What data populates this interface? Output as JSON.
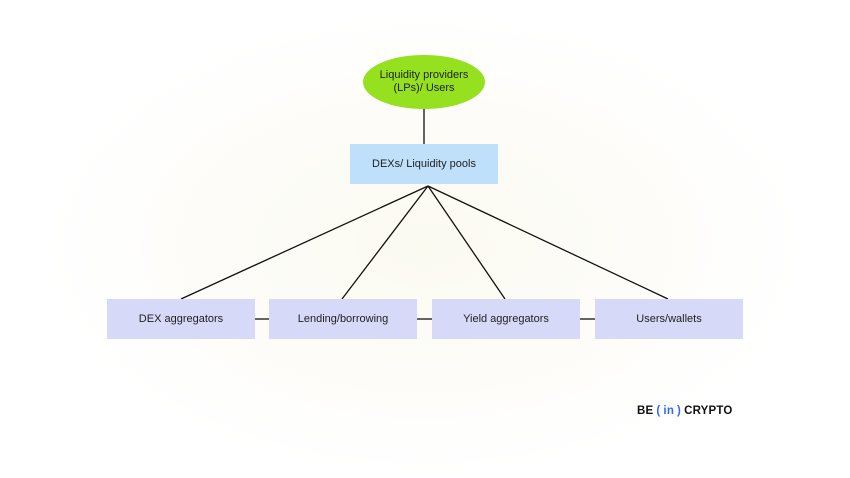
{
  "diagram": {
    "top_node": {
      "label": "Liquidity providers (LPs)/ Users"
    },
    "middle_node": {
      "label": "DEXs/ Liquidity pools"
    },
    "children": [
      {
        "label": "DEX aggregators"
      },
      {
        "label": "Lending/borrowing"
      },
      {
        "label": "Yield aggregators"
      },
      {
        "label": "Users/wallets"
      }
    ]
  },
  "logo": {
    "left": "BE",
    "open": "(",
    "middle": "in",
    "close": ")",
    "right": "CRYPTO"
  },
  "colors": {
    "top_node_fill": "#95e11f",
    "middle_node_fill": "#bfe0fa",
    "child_node_fill": "#d6d9f7",
    "logo_accent": "#2d6cf2"
  }
}
